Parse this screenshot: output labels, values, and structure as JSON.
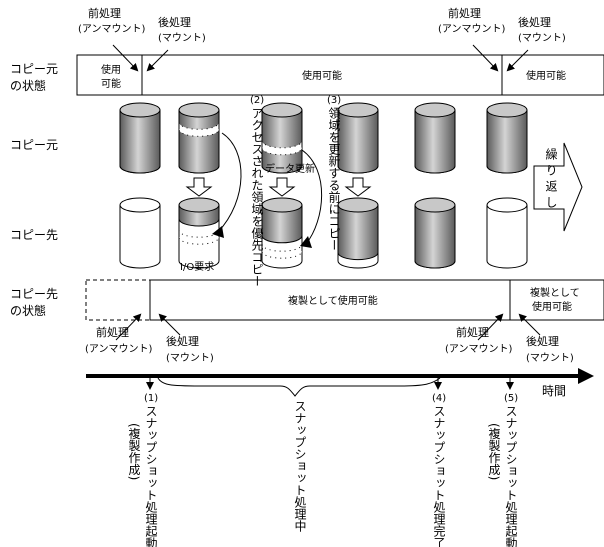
{
  "row_labels": {
    "source_state": [
      "コピー元",
      "の状態"
    ],
    "source": "コピー元",
    "target": "コピー先",
    "target_state": [
      "コピー先",
      "の状態"
    ]
  },
  "top_annotations": {
    "pre_left": [
      "前処理",
      "(アンマウント)"
    ],
    "post_left": [
      "後処理",
      "(マウント)"
    ],
    "pre_right": [
      "前処理",
      "(アンマウント)"
    ],
    "post_right": [
      "後処理",
      "(マウント)"
    ]
  },
  "source_state_bar": {
    "seg1": [
      "使用",
      "可能"
    ],
    "seg2": "使用可能",
    "seg3": "使用可能"
  },
  "target_state_bar": {
    "seg2": "複製として使用可能",
    "seg3": [
      "複製として",
      "使用可能"
    ]
  },
  "bottom_annotations": {
    "pre_left": [
      "前処理",
      "(アンマウント)"
    ],
    "post_left": [
      "後処理",
      "(マウント)"
    ],
    "pre_right": [
      "前処理",
      "(アンマウント)"
    ],
    "post_right": [
      "後処理",
      "(マウント)"
    ]
  },
  "cylinder_labels": {
    "io_request": "I/O要求",
    "data_update": "データ更新",
    "step2": "(2)",
    "step2_text": "アクセスされた領域を優先コピー",
    "step3": "(3)",
    "step3_text": "領域を更新する前にコピー",
    "repeat": "繰り返し"
  },
  "timeline": {
    "axis_label": "時間",
    "events": [
      {
        "num": "(1)",
        "text": "スナップショット処理起動",
        "sub": "(複製作成)"
      },
      {
        "num": "",
        "text": "スナップショット処理中",
        "sub": ""
      },
      {
        "num": "(4)",
        "text": "スナップショット処理完了",
        "sub": ""
      },
      {
        "num": "(5)",
        "text": "スナップショット処理起動",
        "sub": "(複製作成)"
      }
    ]
  },
  "colors": {
    "cyl_top": "#c8c8c8",
    "cyl_body_dark": "#6e6e6e",
    "cyl_body_light": "#d0d0d0",
    "line": "#000000"
  }
}
